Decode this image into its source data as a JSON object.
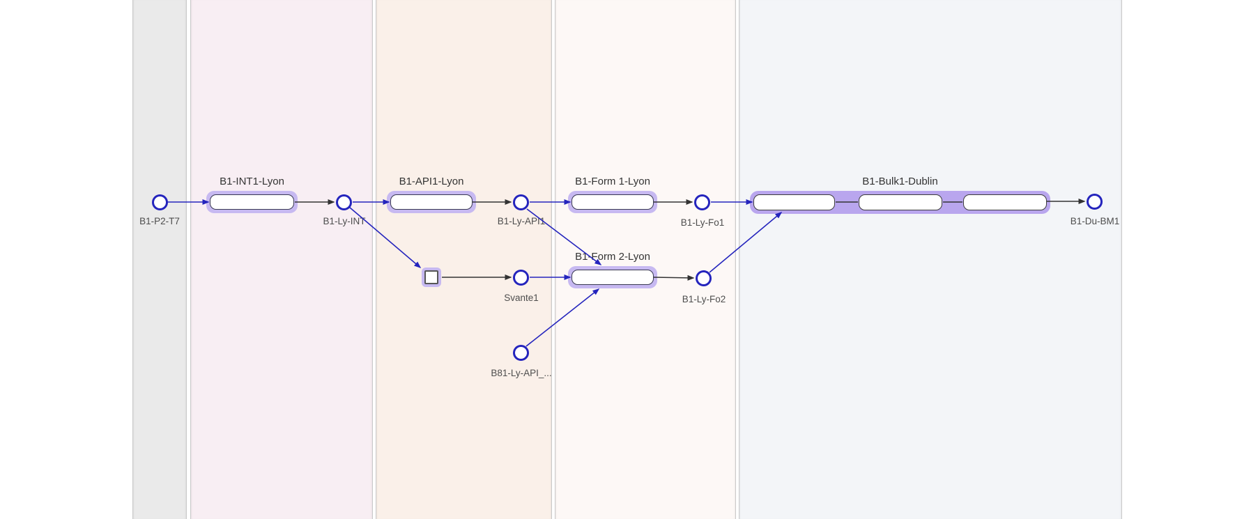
{
  "diagram": {
    "activities": [
      {
        "label": "B1-INT1-Lyon"
      },
      {
        "label": "B1-API1-Lyon"
      },
      {
        "label": "B1-Form 1-Lyon"
      },
      {
        "label": "B1-Form 2-Lyon"
      },
      {
        "label": "B1-Bulk1-Dublin",
        "segments": 3
      }
    ],
    "buffers": [
      {
        "label": "B1-P2-T7"
      },
      {
        "label": "B1-Ly-INT"
      },
      {
        "label": "B1-Ly-API1"
      },
      {
        "label": "B1-Ly-Fo1"
      },
      {
        "label": "B1-Du-BM1"
      },
      {
        "label": "Svante1"
      },
      {
        "label": "B1-Ly-Fo2"
      },
      {
        "label": "B81-Ly-API_..."
      }
    ],
    "colors": {
      "node_stroke_blue": "#2424bd",
      "edge_blue": "#2424bd",
      "edge_dark": "#333333",
      "activity_halo": "#c7b9f1",
      "bulk_halo": "#b9a6ee",
      "lane_gray": "#eaeaea",
      "lane_pink": "#f8eef3",
      "lane_peach": "#faf0e9",
      "lane_blush": "#fdf8f6",
      "lane_bluegray": "#f3f5f8"
    }
  }
}
